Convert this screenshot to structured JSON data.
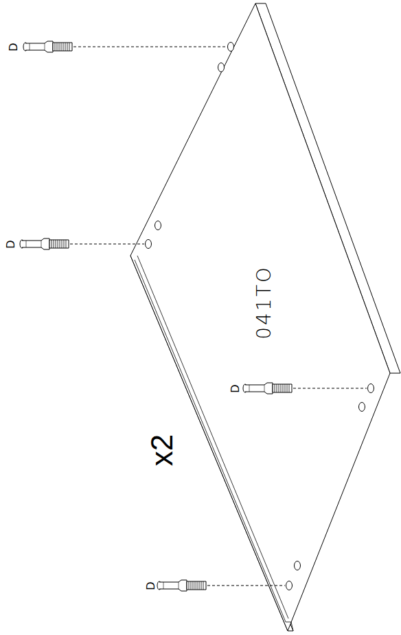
{
  "diagram": {
    "labels": [
      "D",
      "D",
      "D",
      "D",
      "041TO",
      "x2"
    ]
  }
}
